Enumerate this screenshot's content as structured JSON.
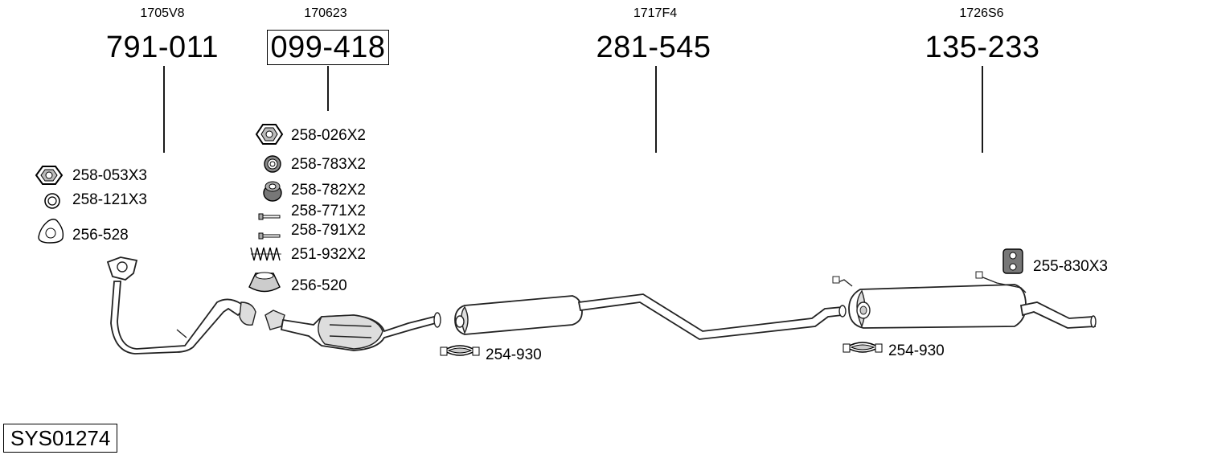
{
  "groups": [
    {
      "ref": "1705V8",
      "number": "791-011"
    },
    {
      "ref": "170623",
      "number": "099-418"
    },
    {
      "ref": "1717F4",
      "number": "281-545"
    },
    {
      "ref": "1726S6",
      "number": "135-233"
    }
  ],
  "parts_group1": [
    {
      "code": "258-053X3",
      "icon": "hex-nut-icon"
    },
    {
      "code": "258-121X3",
      "icon": "ring-washer-icon"
    },
    {
      "code": "256-528",
      "icon": "flange-gasket-icon"
    }
  ],
  "parts_group2": [
    {
      "code": "258-026X2",
      "icon": "hex-nut-icon"
    },
    {
      "code": "258-783X2",
      "icon": "rubber-mount-icon"
    },
    {
      "code": "258-782X2",
      "icon": "rubber-bush-icon"
    },
    {
      "code": "258-771X2",
      "icon": "bolt-icon"
    },
    {
      "code": "258-791X2",
      "icon": "bolt-icon"
    },
    {
      "code": "251-932X2",
      "icon": "spring-icon"
    },
    {
      "code": "256-520",
      "icon": "sealing-ring-icon"
    }
  ],
  "clamp_parts": [
    {
      "code": "254-930",
      "icon": "clamp-icon"
    },
    {
      "code": "254-930",
      "icon": "clamp-icon"
    }
  ],
  "hanger_part": {
    "code": "255-830X3",
    "icon": "rubber-hanger-icon"
  },
  "system_code": "SYS01274"
}
